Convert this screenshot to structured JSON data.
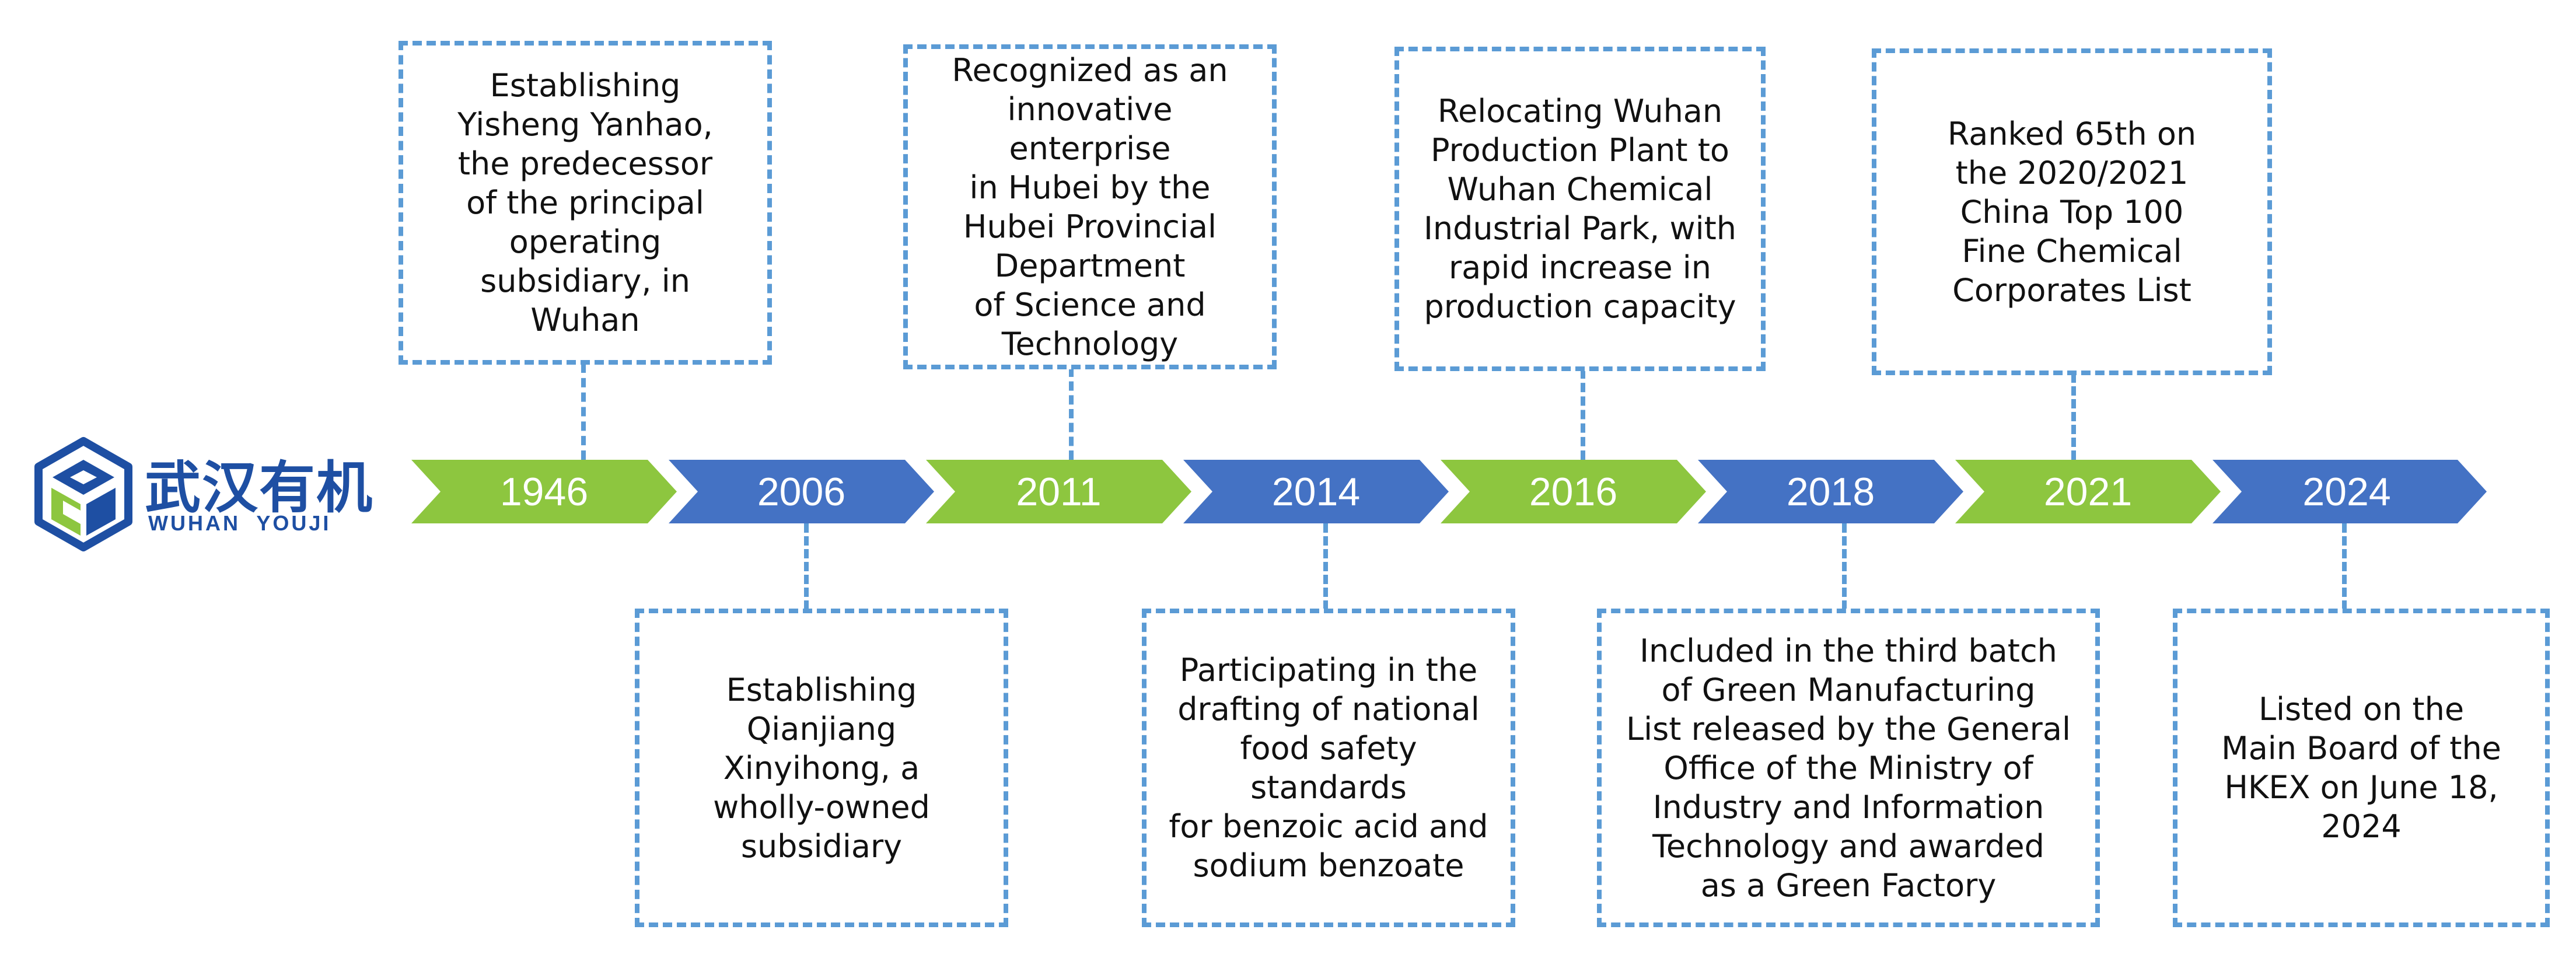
{
  "colors": {
    "green": "#8DC63F",
    "blue": "#4472C4",
    "dash": "#5B9BD5"
  },
  "logo": {
    "chinese": "武汉有机",
    "english": "WUHAN  YOUJI"
  },
  "timeline": [
    {
      "year": "1946",
      "color": "green"
    },
    {
      "year": "2006",
      "color": "blue"
    },
    {
      "year": "2011",
      "color": "green"
    },
    {
      "year": "2014",
      "color": "blue"
    },
    {
      "year": "2016",
      "color": "green"
    },
    {
      "year": "2018",
      "color": "blue"
    },
    {
      "year": "2021",
      "color": "green"
    },
    {
      "year": "2024",
      "color": "blue"
    }
  ],
  "events": [
    {
      "year": "1946",
      "text": "Establishing\nYisheng Yanhao,\nthe predecessor\nof the principal\noperating\nsubsidiary, in\nWuhan"
    },
    {
      "year": "2006",
      "text": "Establishing\nQianjiang\nXinyihong, a\nwholly-owned\nsubsidiary"
    },
    {
      "year": "2011",
      "text": "Recognized as an\ninnovative enterprise\nin Hubei by the\nHubei Provincial\nDepartment\nof Science and\nTechnology"
    },
    {
      "year": "2014",
      "text": "Participating in the\ndrafting of national\nfood safety standards\nfor benzoic acid and\nsodium benzoate"
    },
    {
      "year": "2016",
      "text": "Relocating Wuhan\nProduction Plant to\nWuhan Chemical\nIndustrial Park, with\nrapid increase in\nproduction capacity"
    },
    {
      "year": "2018",
      "text": "Included in the third batch\nof Green Manufacturing\nList released by the General\nOffice of the Ministry of\nIndustry and Information\nTechnology and awarded\nas a Green Factory"
    },
    {
      "year": "2021",
      "text": "Ranked 65th on\nthe 2020/2021\nChina Top 100\nFine Chemical\nCorporates List"
    },
    {
      "year": "2024",
      "text": "Listed on the\nMain Board of the\nHKEX on June 18,\n2024"
    }
  ]
}
